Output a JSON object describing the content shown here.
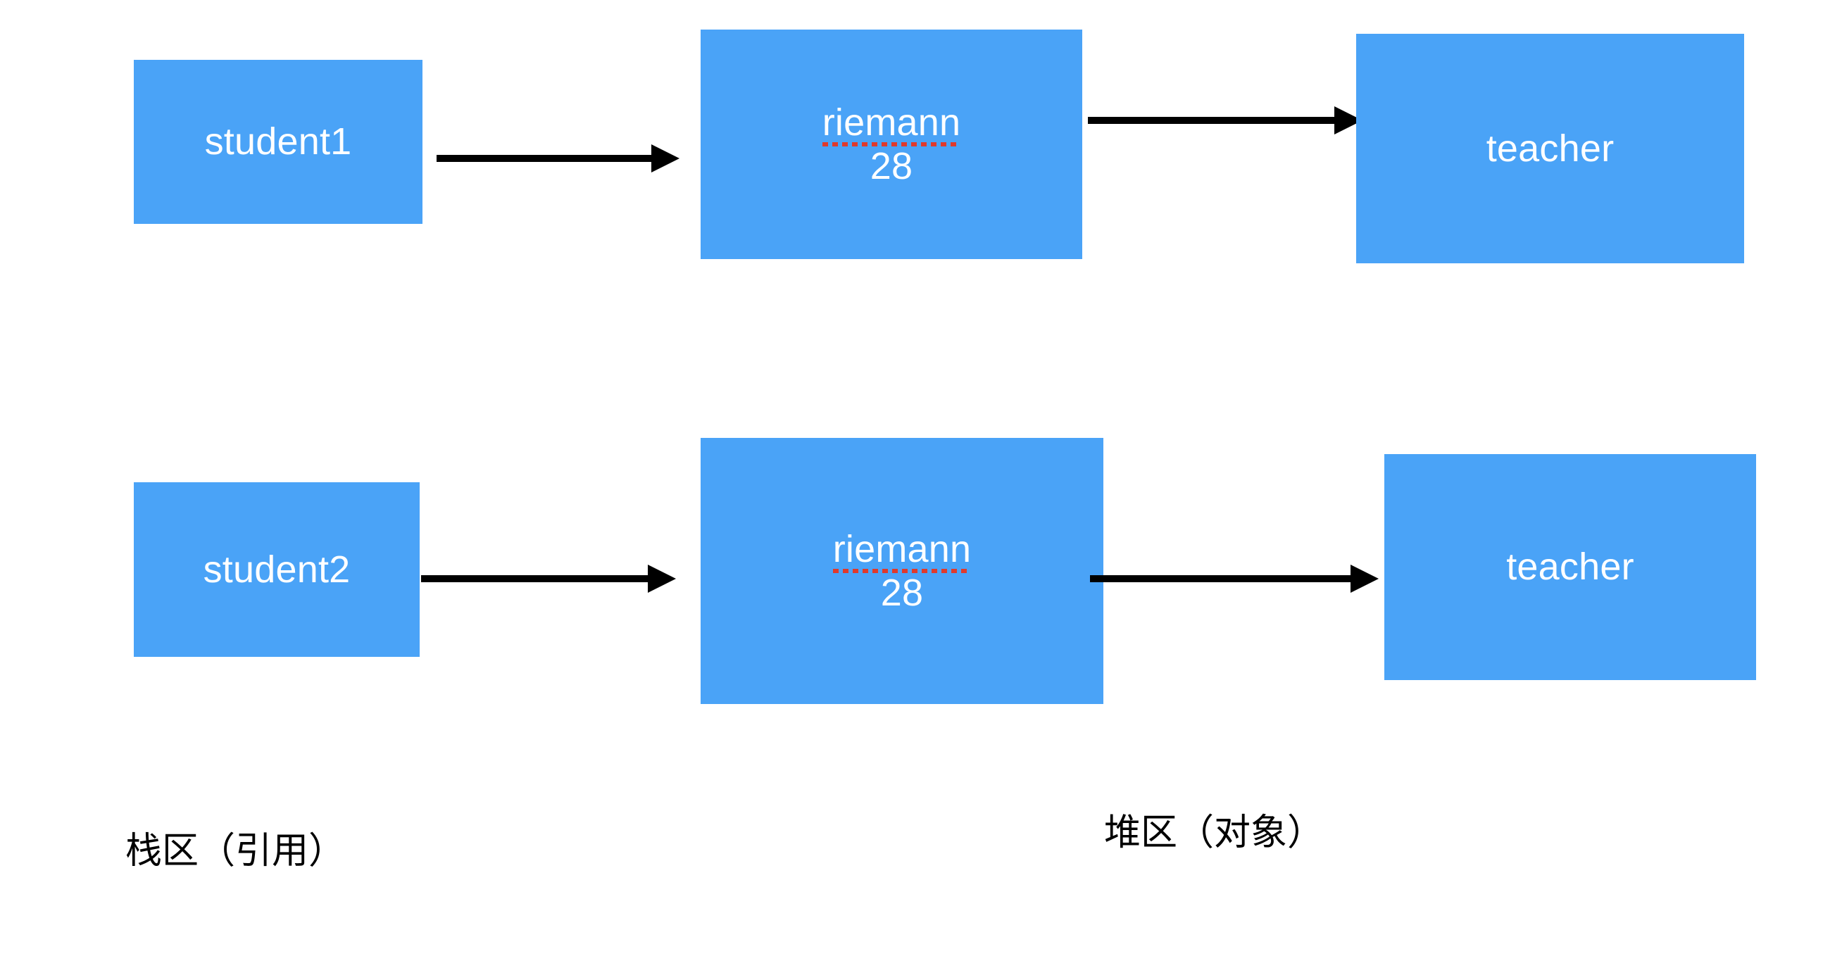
{
  "diagram": {
    "title": "Java stack reference vs heap object diagram",
    "colors": {
      "node_fill": "#4AA3F7",
      "node_text": "#FFFFFF",
      "arrow": "#000000",
      "spellcheck_underline": "#E0392B",
      "background": "#FFFFFF"
    },
    "rows": [
      {
        "id": "row-1",
        "stack_node": {
          "label": "student1"
        },
        "heap_node": {
          "label_line1": "riemann",
          "label_line2": "28",
          "spellcheck_flagged": "riemann"
        },
        "object_node": {
          "label": "teacher"
        },
        "arrows": [
          {
            "from": "student1",
            "to": "riemann",
            "direction": "right"
          },
          {
            "from": "riemann",
            "to": "teacher",
            "direction": "right"
          }
        ]
      },
      {
        "id": "row-2",
        "stack_node": {
          "label": "student2"
        },
        "heap_node": {
          "label_line1": "riemann",
          "label_line2": "28",
          "spellcheck_flagged": "riemann"
        },
        "object_node": {
          "label": "teacher"
        },
        "arrows": [
          {
            "from": "student2",
            "to": "riemann",
            "direction": "right"
          },
          {
            "from": "riemann",
            "to": "teacher",
            "direction": "right"
          }
        ]
      }
    ],
    "captions": {
      "stack_region": "栈区（引用）",
      "heap_region": "堆区（对象）"
    }
  }
}
